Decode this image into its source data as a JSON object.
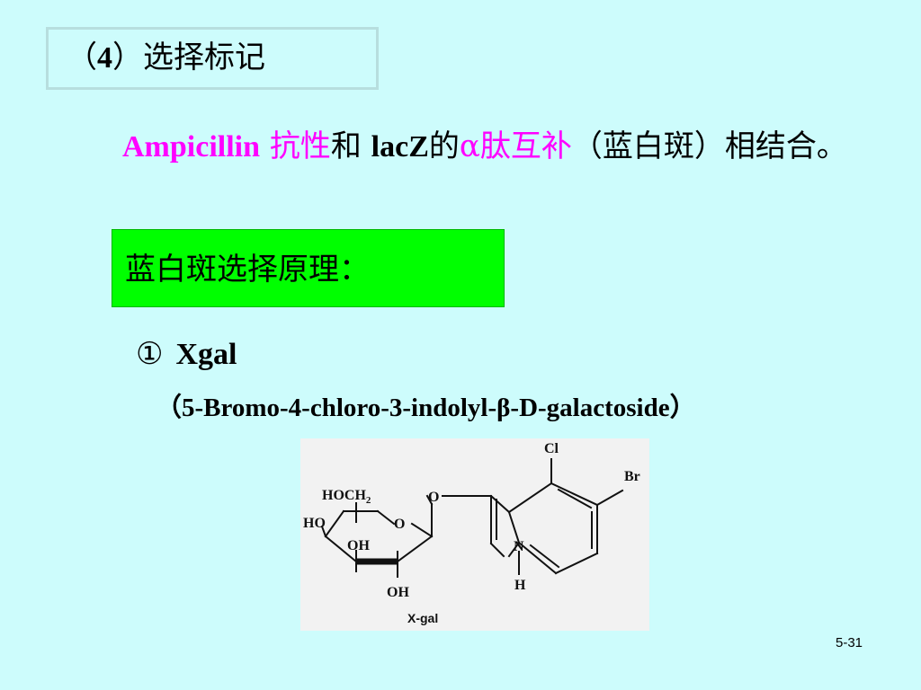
{
  "slide": {
    "title": {
      "prefix": "（",
      "number": "4",
      "suffix": "）选择标记"
    },
    "intro": {
      "ampicillin": "Ampicillin",
      "resistance": "抗性",
      "and": "和",
      "lacz": "lacZ",
      "possessive": "的",
      "alpha": "α",
      "peptide_complement": "肽互补",
      "open_paren": "（",
      "blue_white": "蓝白斑",
      "close_text": "）相结合。"
    },
    "principle_label": "蓝白斑选择原理：",
    "xgal": {
      "marker": "①",
      "name": "Xgal"
    },
    "full_name": {
      "open_paren": "（",
      "text_before_beta": "5-Bromo-4-chloro-3-indolyl-",
      "beta": "β",
      "text_after_beta": "-D-galactoside",
      "close_paren": "）"
    },
    "structure_labels": {
      "hoch": "HOCH",
      "hoch_subscript": "2",
      "ring_o": "O",
      "ho_left": "HO",
      "oh_upper": "OH",
      "oh_lower": "OH",
      "glycosidic_o": "O",
      "cl": "Cl",
      "br": "Br",
      "n": "N",
      "h": "H",
      "caption": "X-gal"
    },
    "page_number": "5-31"
  },
  "colors": {
    "background": "#cdfcfc",
    "title_border": "#b7dede",
    "magenta": "#ff00ff",
    "green_box": "#00ff00",
    "structure_panel": "#f2f2f2"
  }
}
